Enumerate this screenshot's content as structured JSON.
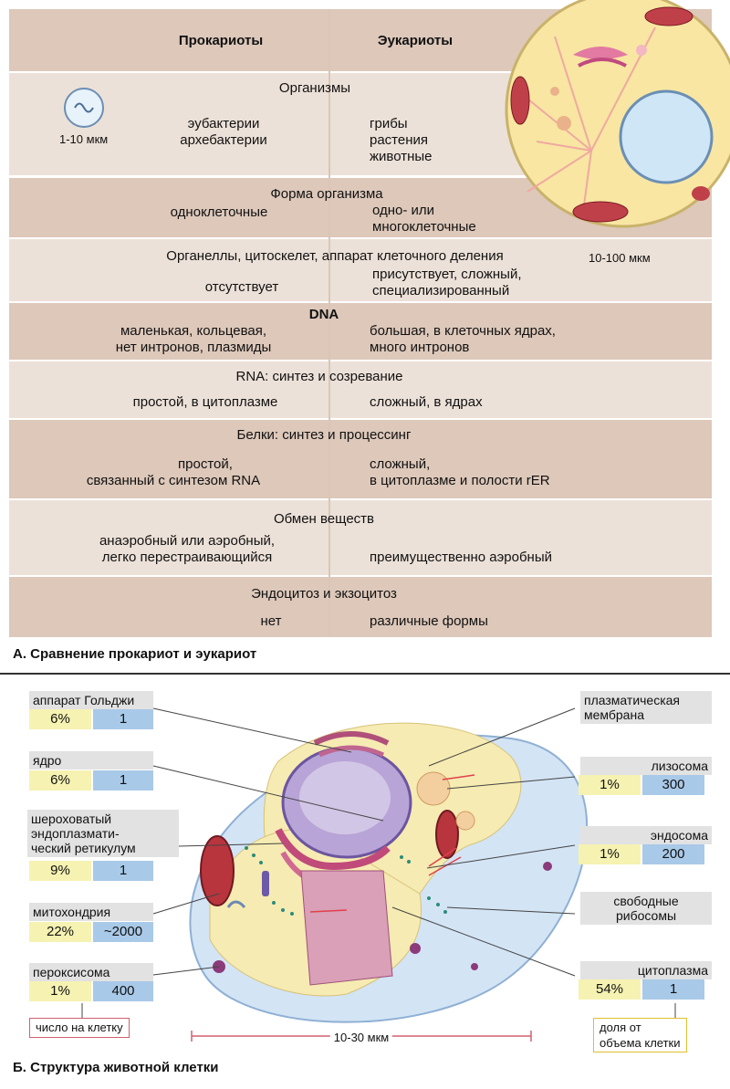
{
  "partA": {
    "header_prok": "Прокариоты",
    "header_euk": "Эукариоты",
    "size_prok": "1-10 мкм",
    "size_euk": "10-100 мкм",
    "caption": "А. Сравнение прокариот и эукариот",
    "rows": [
      {
        "title": "Организмы",
        "prok": [
          "эубактерии",
          "архебактерии"
        ],
        "euk": [
          "грибы",
          "растения",
          "животные"
        ]
      },
      {
        "title": "Форма организма",
        "prok": [
          "одноклеточные"
        ],
        "euk": [
          "одно- или",
          "многоклеточные"
        ]
      },
      {
        "title": "Органеллы, цитоскелет, аппарат клеточного деления",
        "prok": [
          "отсутствует"
        ],
        "euk": [
          "присутствует, сложный,",
          "специализированный"
        ]
      },
      {
        "title": "DNA",
        "prok": [
          "маленькая, кольцевая,",
          "нет интронов, плазмиды"
        ],
        "euk": [
          "большая, в клеточных ядрах,",
          "много интронов"
        ]
      },
      {
        "title": "RNA: синтез и созревание",
        "prok": [
          "простой, в цитоплазме"
        ],
        "euk": [
          "сложный, в ядрах"
        ]
      },
      {
        "title": "Белки: синтез и процессинг",
        "prok": [
          "простой,",
          "связанный с  синтезом RNA"
        ],
        "euk": [
          "сложный,",
          "в цитоплазме и полости rER"
        ]
      },
      {
        "title": "Обмен веществ",
        "prok": [
          "анаэробный или аэробный,",
          "легко перестраивающийся"
        ],
        "euk": [
          "преимущественно аэробный"
        ]
      },
      {
        "title": "Эндоцитоз и экзоцитоз",
        "prok": [
          "нет"
        ],
        "euk": [
          "различные формы"
        ]
      }
    ]
  },
  "partB": {
    "caption": "Б. Структура животной клетки",
    "scale": "10-30 мкм",
    "legend_count": "число на клетку",
    "legend_volume": [
      "доля от",
      "объема клетки"
    ],
    "left": [
      {
        "name": [
          "аппарат Гольджи"
        ],
        "pct": "6%",
        "count": "1"
      },
      {
        "name": [
          "ядро"
        ],
        "pct": "6%",
        "count": "1"
      },
      {
        "name": [
          "шероховатый",
          "эндоплазмати-",
          "ческий ретикулум"
        ],
        "pct": "9%",
        "count": "1"
      },
      {
        "name": [
          "митохондрия"
        ],
        "pct": "22%",
        "count": "~2000"
      },
      {
        "name": [
          "пероксисома"
        ],
        "pct": "1%",
        "count": "400"
      }
    ],
    "right": [
      {
        "name": [
          "плазматическая",
          "мембрана"
        ]
      },
      {
        "name": [
          "лизосома"
        ],
        "pct": "1%",
        "count": "300"
      },
      {
        "name": [
          "эндосома"
        ],
        "pct": "1%",
        "count": "200"
      },
      {
        "name": [
          "свободные",
          "рибосомы"
        ]
      },
      {
        "name": [
          "цитоплазма"
        ],
        "pct": "54%",
        "count": "1"
      }
    ]
  },
  "colors": {
    "row_band": "#ece1d8",
    "head_band": "#ddc8ba",
    "pct_box": "#f6f2b2",
    "count_box": "#a9c9e8",
    "label_box": "#e2e2e2"
  }
}
